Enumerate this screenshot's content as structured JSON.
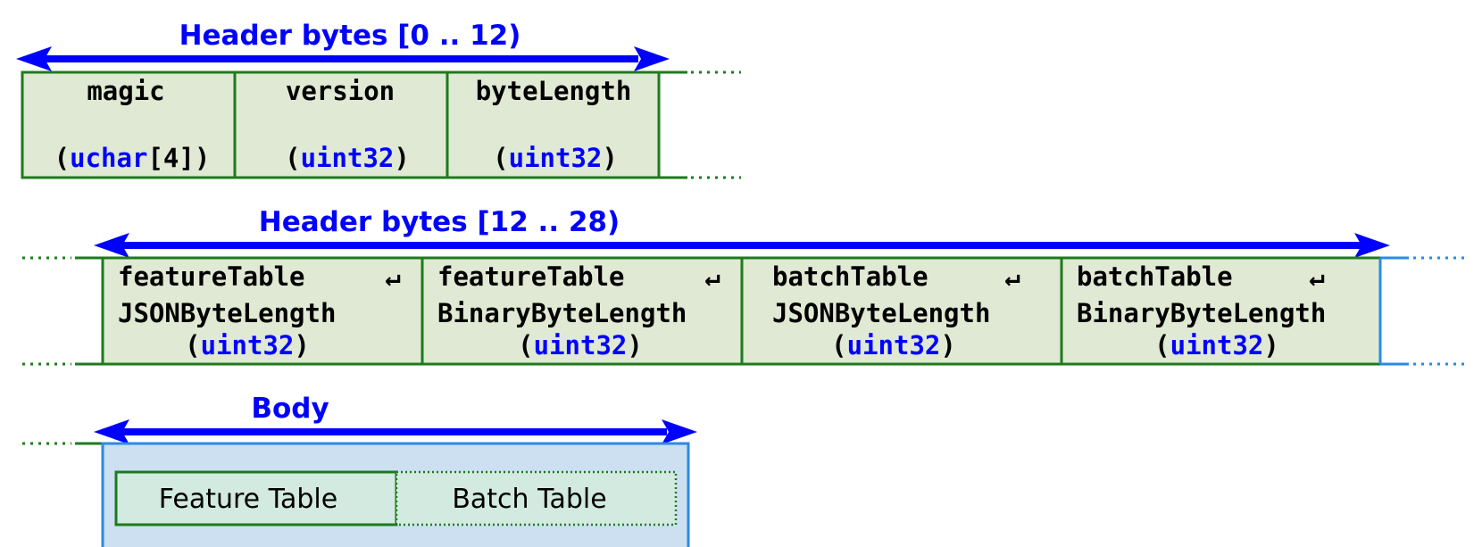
{
  "sections": {
    "header1": {
      "title": "Header bytes [0 .. 12)",
      "fields": [
        {
          "name": "magic",
          "type": "uchar",
          "suffix": "[4]"
        },
        {
          "name": "version",
          "type": "uint32",
          "suffix": ""
        },
        {
          "name": "byteLength",
          "type": "uint32",
          "suffix": ""
        }
      ]
    },
    "header2": {
      "title": "Header bytes [12 .. 28)",
      "fields": [
        {
          "line1": "featureTable",
          "line2": "JSONByteLength",
          "type": "uint32"
        },
        {
          "line1": "featureTable",
          "line2": "BinaryByteLength",
          "type": "uint32"
        },
        {
          "line1": "batchTable",
          "line2": "JSONByteLength",
          "type": "uint32"
        },
        {
          "line1": "batchTable",
          "line2": "BinaryByteLength",
          "type": "uint32"
        }
      ],
      "continuation_glyph": "↵"
    },
    "body": {
      "title": "Body",
      "feature_table": "Feature Table",
      "batch_table": "Batch Table"
    }
  },
  "colors": {
    "arrow": "#0000ff",
    "cell_fill": "#e0e9d3",
    "cell_stroke": "#1e7a1e",
    "body_fill": "#cce0f2",
    "body_stroke": "#2a8ae6",
    "table_fill": "#d3eae0"
  }
}
